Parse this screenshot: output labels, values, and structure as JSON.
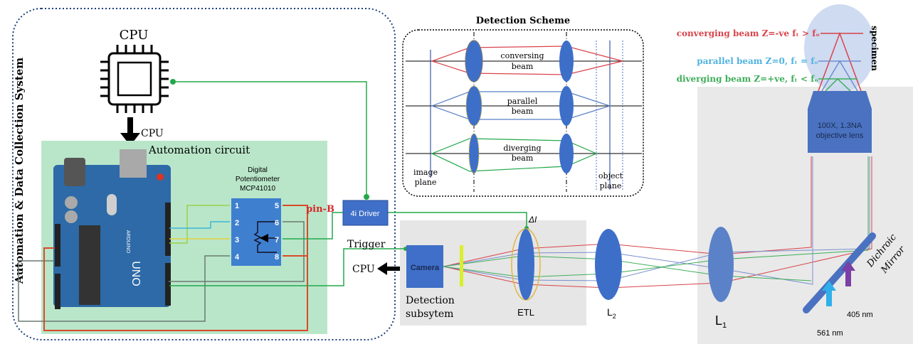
{
  "system": {
    "title": "Automation & Data Collection System",
    "cpu_label": "CPU",
    "cpu_arrow_label": "CPU"
  },
  "automation": {
    "title": "Automation circuit",
    "board_labels": {
      "brand": "ARDUINO",
      "model": "UNO"
    },
    "potentiometer": {
      "line1": "Digital",
      "line2": "Potentiometer",
      "line3": "MCP41010",
      "pins": [
        "1",
        "2",
        "3",
        "4",
        "5",
        "6",
        "7",
        "8"
      ]
    },
    "pin_label": "pin-B",
    "driver_label": "4i Driver",
    "trigger_label": "Trigger",
    "cpu_return_label": "CPU"
  },
  "detection_scheme": {
    "title": "Detection Scheme",
    "rows": [
      {
        "line1": "conversing",
        "line2": "beam"
      },
      {
        "line1": "parallel",
        "line2": "beam"
      },
      {
        "line1": "diverging",
        "line2": "beam"
      }
    ],
    "image_plane": {
      "line1": "image",
      "line2": "plane"
    },
    "object_plane": {
      "line1": "object",
      "line2": "plane"
    }
  },
  "detection_subsystem": {
    "camera_label": "Camera",
    "title_line1": "Detection",
    "title_line2": "subsytem",
    "etl_label": "ETL",
    "delta_label": "ΔI",
    "l2_label": "L",
    "l2_sub": "2"
  },
  "microscope": {
    "l1_label": "L",
    "l1_sub": "1",
    "mirror_line1": "Dichroic",
    "mirror_line2": "Mirror",
    "laser1": "561 nm",
    "laser2": "405 nm",
    "objective_line1": "100X, 1.3NA",
    "objective_line2": "objective lens",
    "specimen": "specimen",
    "beams": [
      {
        "label": "converging beam  Z=-ve fₜ > fₒ",
        "color": "#d9434a"
      },
      {
        "label": "parallel beam Z=0,  fₜ = fₒ",
        "color": "#4fb3e0"
      },
      {
        "label": "diverging beam Z=+ve, fₜ < fₒ",
        "color": "#3fae5a"
      }
    ]
  },
  "colors": {
    "red": "#d9434a",
    "blue": "#5a7fc4",
    "green": "#22a84a",
    "lens": "#3d6fc9",
    "board": "#2d6aa7",
    "panel": "#b8e6c8",
    "gray": "#e8e8e8"
  }
}
